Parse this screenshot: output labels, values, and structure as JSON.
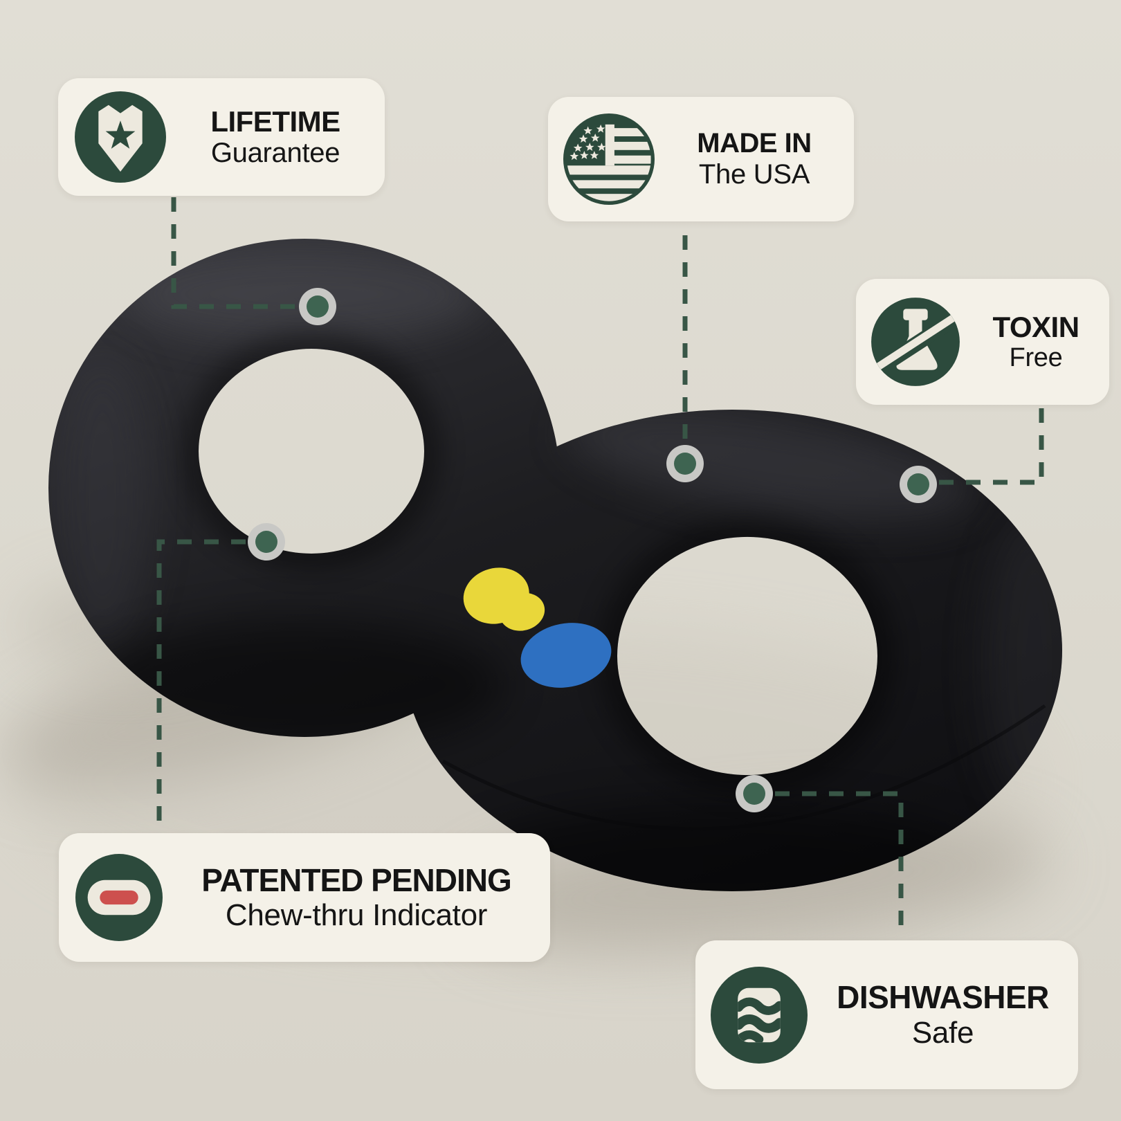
{
  "product": {
    "type": "figure-eight black rubber dog chew toy",
    "markers": [
      "yellow chew-thru dot",
      "blue chew-thru dot"
    ]
  },
  "colors": {
    "background": "#dcd9cf",
    "badge_background": "#f4f1e8",
    "badge_green": "#2c4a3c",
    "icon_cream": "#ede9de",
    "text": "#151515",
    "connector_green": "#385646",
    "dot_inner_green": "#3e6451",
    "dot_ring_gray": "#c8c8c5",
    "toy_black": "#19191b",
    "chew_dot_yellow": "#e9d73a",
    "chew_dot_blue": "#2e70c1",
    "indicator_red": "#cd504e"
  },
  "badges": [
    {
      "id": "lifetime",
      "line1": "LIFETIME",
      "line2": "Guarantee",
      "icon": "shield-star-icon"
    },
    {
      "id": "made-in-usa",
      "line1": "MADE IN",
      "line2": "The USA",
      "icon": "usa-flag-icon"
    },
    {
      "id": "toxin-free",
      "line1": "TOXIN",
      "line2": "Free",
      "icon": "no-toxin-flask-icon"
    },
    {
      "id": "patent",
      "line1": "PATENTED PENDING",
      "line2": "Chew-thru Indicator",
      "icon": "chew-indicator-icon"
    },
    {
      "id": "dishwasher",
      "line1": "DISHWASHER",
      "line2": "Safe",
      "icon": "dishwasher-waves-icon"
    }
  ],
  "callout_points": [
    {
      "target": "lifetime"
    },
    {
      "target": "made-in-usa"
    },
    {
      "target": "toxin-free"
    },
    {
      "target": "patent"
    },
    {
      "target": "dishwasher"
    }
  ]
}
